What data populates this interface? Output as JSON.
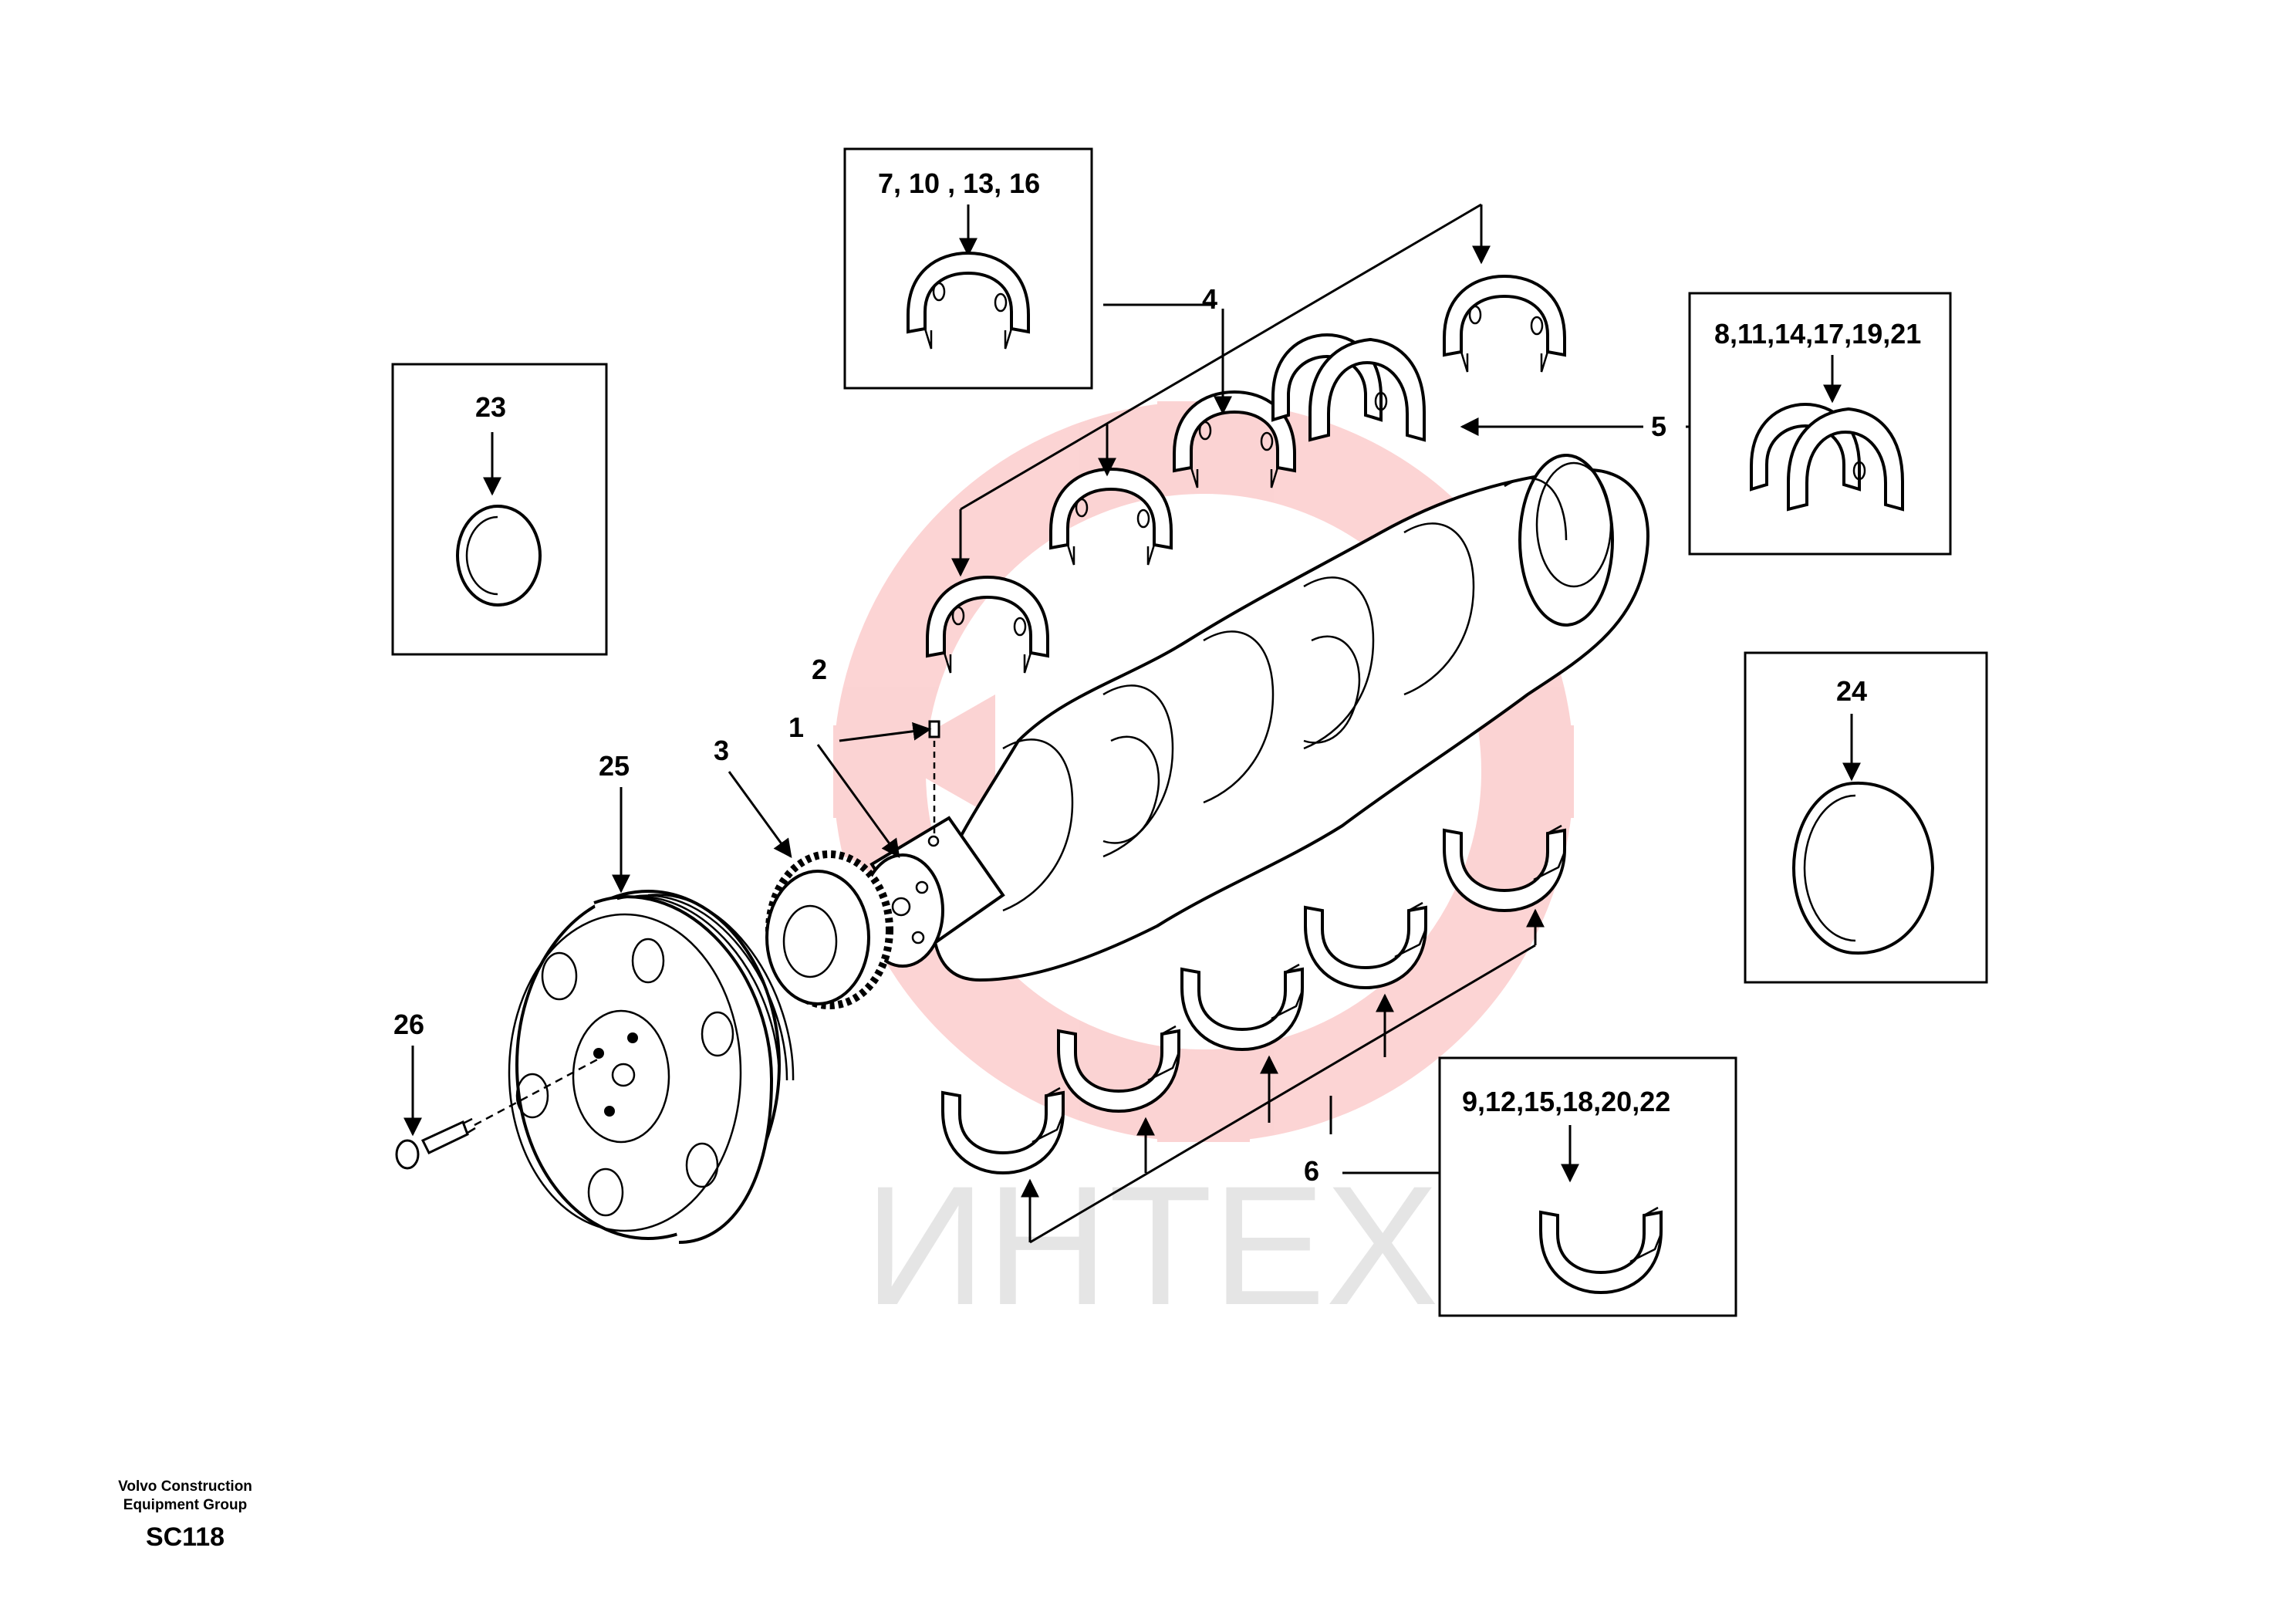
{
  "callouts": {
    "c1": "1",
    "c2": "2",
    "c3": "3",
    "c4": "4",
    "c5": "5",
    "c6": "6",
    "c23": "23",
    "c24": "24",
    "c25": "25",
    "c26": "26"
  },
  "boxes": {
    "upper_shell_group": "7, 10 , 13, 16",
    "flanged_shell_group": "8,11,14,17,19,21",
    "lower_shell_group": "9,12,15,18,20,22",
    "bushing": "23",
    "seal_ring": "24"
  },
  "watermark": "ИНТЕХ",
  "footer": {
    "company_line1": "Volvo Construction",
    "company_line2": "Equipment Group",
    "code": "SC118"
  }
}
